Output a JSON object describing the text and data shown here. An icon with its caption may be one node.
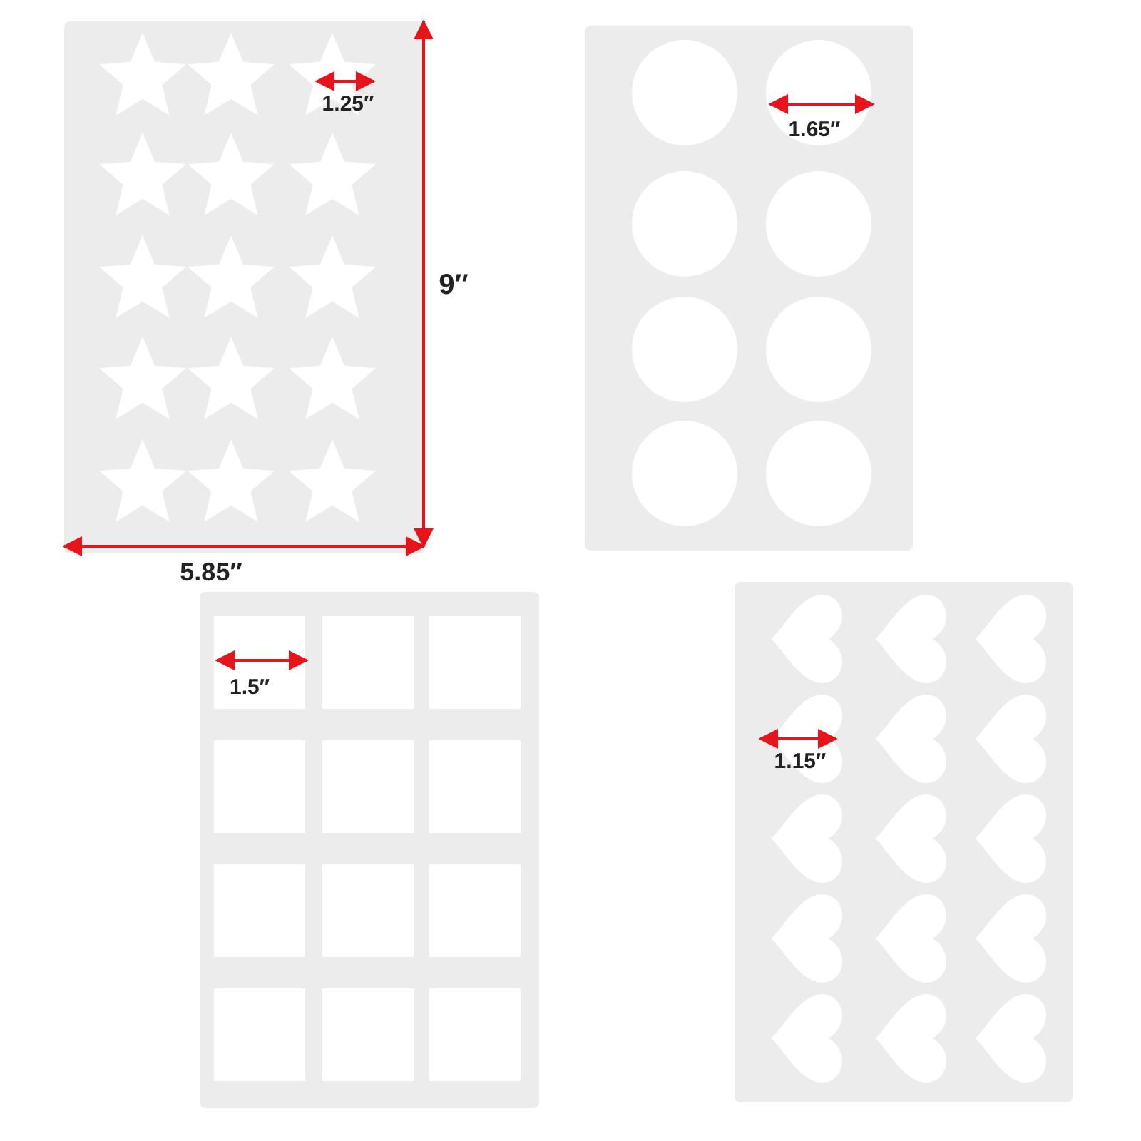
{
  "diagram": {
    "labels": [
      "1.25″",
      "9″",
      "5.85″",
      "1.65″",
      "1.5″",
      "1.15″"
    ]
  }
}
